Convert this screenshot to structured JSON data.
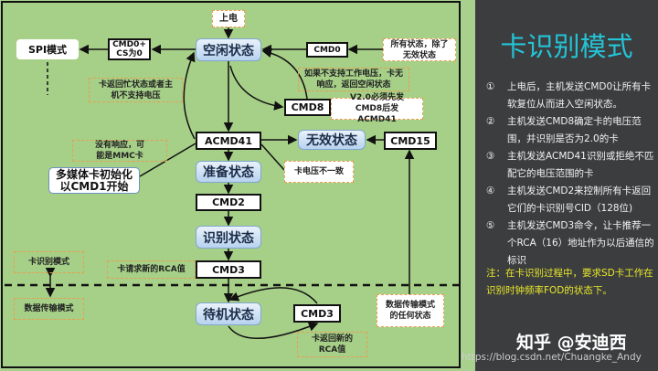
{
  "diagram": {
    "power_on": "上电",
    "idle_state": "空闲状态",
    "spi_mode": "SPI模式",
    "cmd0_cs": "CMD0+ CS为0",
    "cmd0": "CMD0",
    "all_states_note": "所有状态，除了无效状态",
    "busy_note": "卡返回忙状态或者主机不支持电压",
    "unsupported_note": "如果不支持工作电压，卡无响应，返回空闲状态",
    "cmd8": "CMD8",
    "v20_note": "V2.0必须先发CMD8后发ACMD41",
    "acmd41": "ACMD41",
    "inactive_state": "无效状态",
    "cmd15": "CMD15",
    "no_response_note": "没有响应，可能是MMC卡",
    "mmc_init": "多媒体卡初始化以CMD1开始",
    "ready_state": "准备状态",
    "voltage_mismatch": "卡电压不一致",
    "cmd2": "CMD2",
    "ident_state": "识别状态",
    "cmd3": "CMD3",
    "rca_request_note": "卡请求新的RCA值",
    "card_ident_mode": "卡识别模式",
    "data_transfer_mode": "数据传输模式",
    "standby_state": "待机状态",
    "cmd3_loop": "CMD3",
    "new_rca_note": "卡返回新的RCA值",
    "any_data_state": "数据传输模式的任何状态"
  },
  "panel": {
    "title": "卡识别模式",
    "items": [
      {
        "num": "①",
        "text": "上电后，主机发送CMD0让所有卡软复位从而进入空闲状态。"
      },
      {
        "num": "②",
        "text": "主机发送CMD8确定卡的电压范围，并识别是否为2.0的卡"
      },
      {
        "num": "③",
        "text": "主机发送ACMD41识别或拒绝不匹配它的电压范围的卡"
      },
      {
        "num": "④",
        "text": "主机发送CMD2来控制所有卡返回它们的卡识别号CID（128位)"
      },
      {
        "num": "⑤",
        "text": "主机发送CMD3命令，让卡推荐一个RCA（16）地址作为以后通信的标识"
      }
    ],
    "note": "注：在卡识别过程中，要求SD卡工作在识别时钟频率FOD的状态下。",
    "watermark": "知乎 @安迪西",
    "url": "https://blog.csdn.net/Chuangke_Andy"
  }
}
